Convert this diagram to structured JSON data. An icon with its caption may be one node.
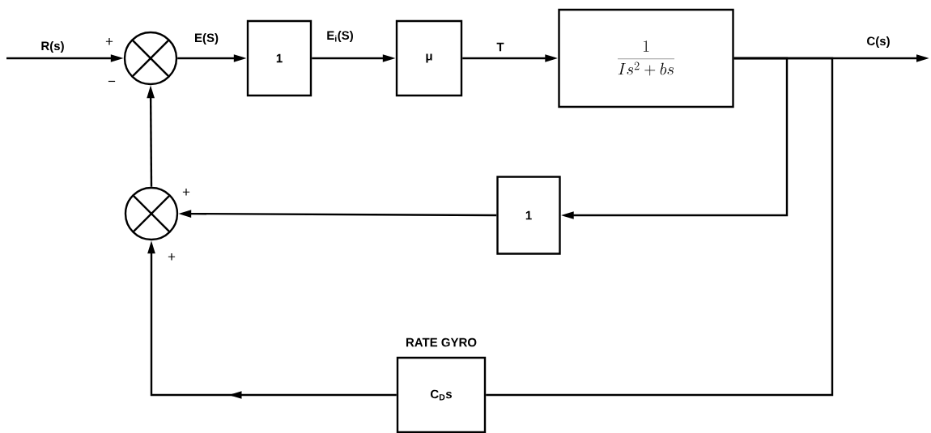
{
  "diagram": {
    "nodes": [
      {
        "text": [],
        "shape": "circle"
      },
      {
        "text": [
          "1"
        ]
      },
      {
        "text": [
          "μ"
        ]
      },
      {
        "text": [
          "\\frac{1}{Is^{2}+bs}"
        ]
      },
      {
        "text": [],
        "shape": "circle"
      },
      {
        "text": [
          "1"
        ]
      },
      {
        "text": [
          "C$_{D}$s"
        ],
        "beside": [
          "RATE GYRO"
        ]
      }
    ],
    "edges": [
      {
        "from": null,
        "to": 0,
        "arrow": "to",
        "label": "R(s)"
      },
      {
        "from": 0,
        "to": 1,
        "arrow": "to",
        "label": "E(S)"
      },
      {
        "from": 1,
        "to": 2,
        "arrow": "to",
        "label": "E$_{i}$(S)"
      },
      {
        "from": 2,
        "to": 3,
        "arrow": "to",
        "label": "T"
      },
      {
        "from": 3,
        "to": null,
        "arrow": "to",
        "label": "C(s)"
      },
      {
        "from": 3,
        "to": 5,
        "arrow": "to"
      },
      {
        "from": 3,
        "to": 6,
        "arrow": "none"
      },
      {
        "from": 6,
        "to": 4,
        "arrow": "to"
      },
      {
        "from": 5,
        "to": 4,
        "arrow": "to"
      },
      {
        "from": 4,
        "to": 0,
        "arrow": "to"
      }
    ],
    "labels": [
      "+",
      "−",
      "+",
      "+"
    ]
  }
}
